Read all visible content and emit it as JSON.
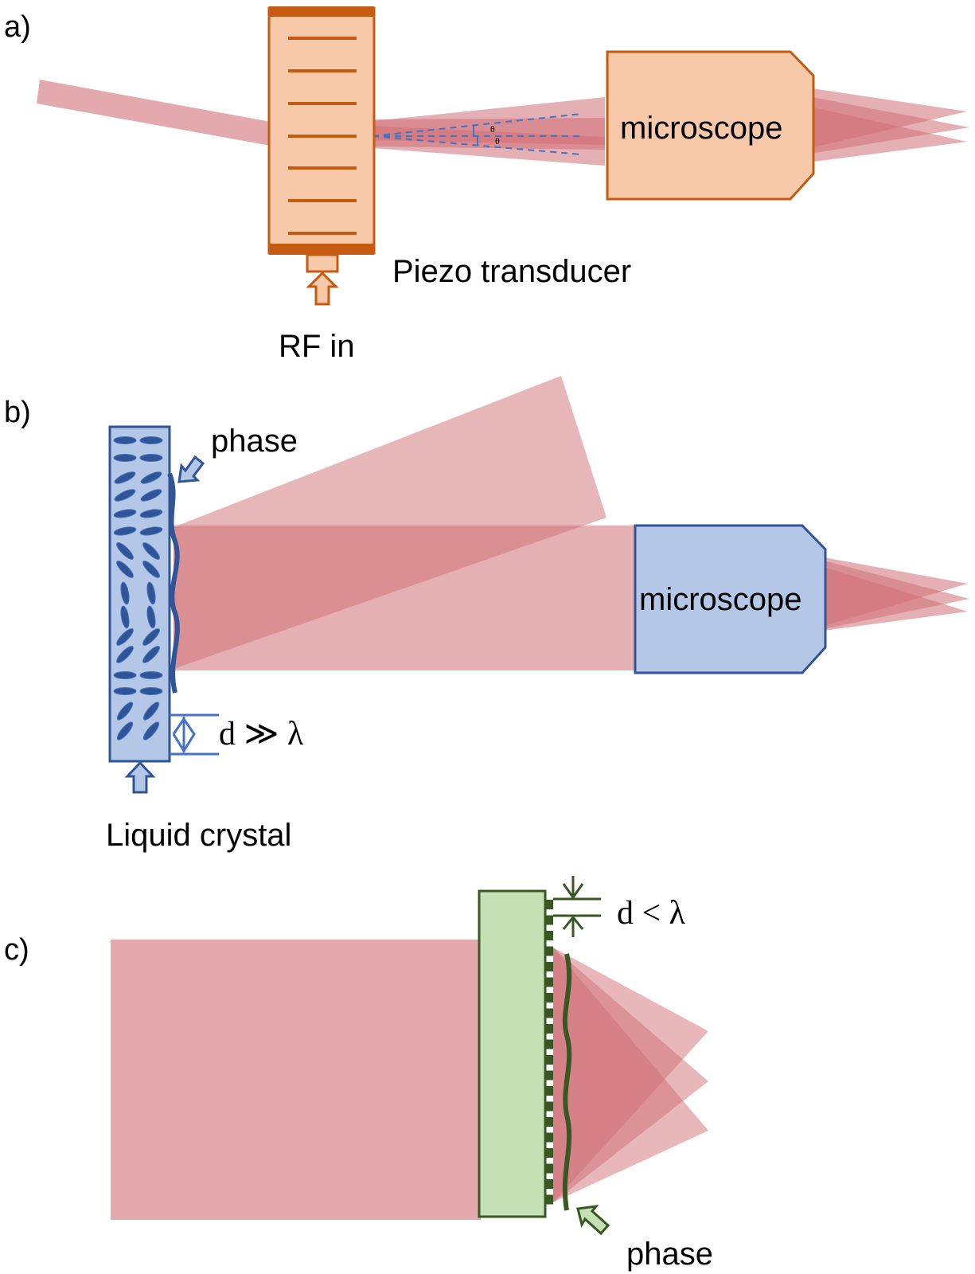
{
  "figure": {
    "panels": [
      {
        "id": "a",
        "label": "a)",
        "component": "Piezo transducer",
        "input": "RF in",
        "microscope_label": "microscope",
        "angle_symbol_top": "θ",
        "angle_symbol_bottom": "θ",
        "color_scheme": {
          "fill": "#f8c9a8",
          "stroke": "#c55a11"
        }
      },
      {
        "id": "b",
        "label": "b)",
        "component": "Liquid crystal",
        "phase_label": "phase",
        "spacing_label": "d ≫ λ",
        "microscope_label": "microscope",
        "color_scheme": {
          "fill": "#b4c7e7",
          "stroke": "#2f5597"
        }
      },
      {
        "id": "c",
        "label": "c)",
        "phase_label": "phase",
        "spacing_label": "d < λ",
        "color_scheme": {
          "fill": "#c5e0b4",
          "stroke": "#385723"
        }
      }
    ],
    "beam_colors": {
      "light": "#e3a9ad",
      "dark": "#d07075"
    }
  }
}
